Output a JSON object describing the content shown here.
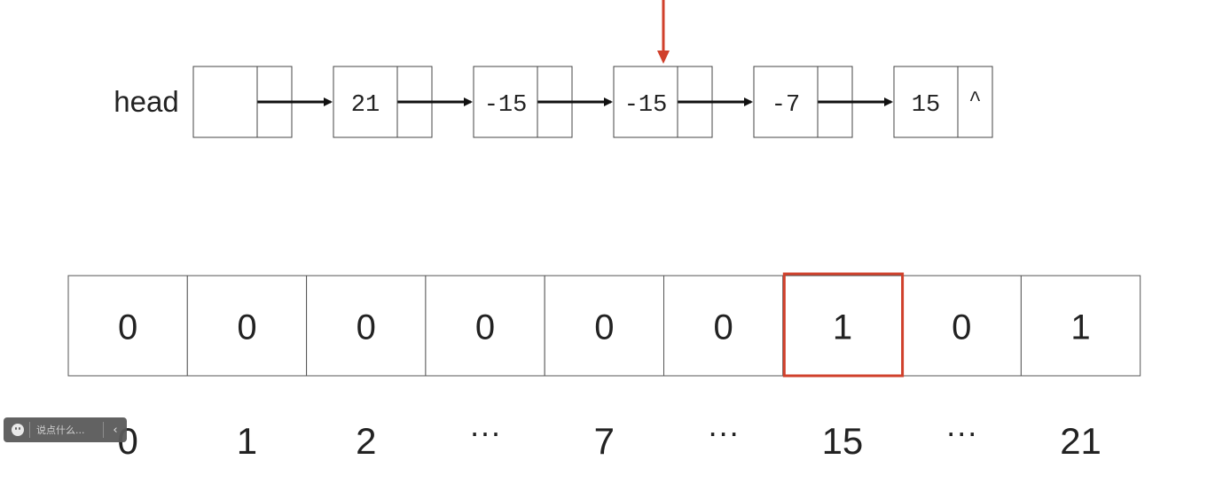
{
  "head_label": "head",
  "linked_list": {
    "nodes": [
      {
        "value": "",
        "next": ""
      },
      {
        "value": "21",
        "next": ""
      },
      {
        "value": "-15",
        "next": ""
      },
      {
        "value": "-15",
        "next": ""
      },
      {
        "value": "-7",
        "next": ""
      },
      {
        "value": "15",
        "next": "^"
      }
    ],
    "pointer_node_index": 3
  },
  "bit_array": {
    "cells": [
      "0",
      "0",
      "0",
      "0",
      "0",
      "0",
      "1",
      "0",
      "1"
    ],
    "indices": [
      "0",
      "1",
      "2",
      "···",
      "7",
      "···",
      "15",
      "···",
      "21"
    ],
    "highlighted_index": 6
  },
  "comment_widget": {
    "placeholder": "说点什么...",
    "collapse_icon": "‹"
  },
  "colors": {
    "highlight": "#d0402b",
    "stroke": "#333333",
    "text": "#222222"
  }
}
